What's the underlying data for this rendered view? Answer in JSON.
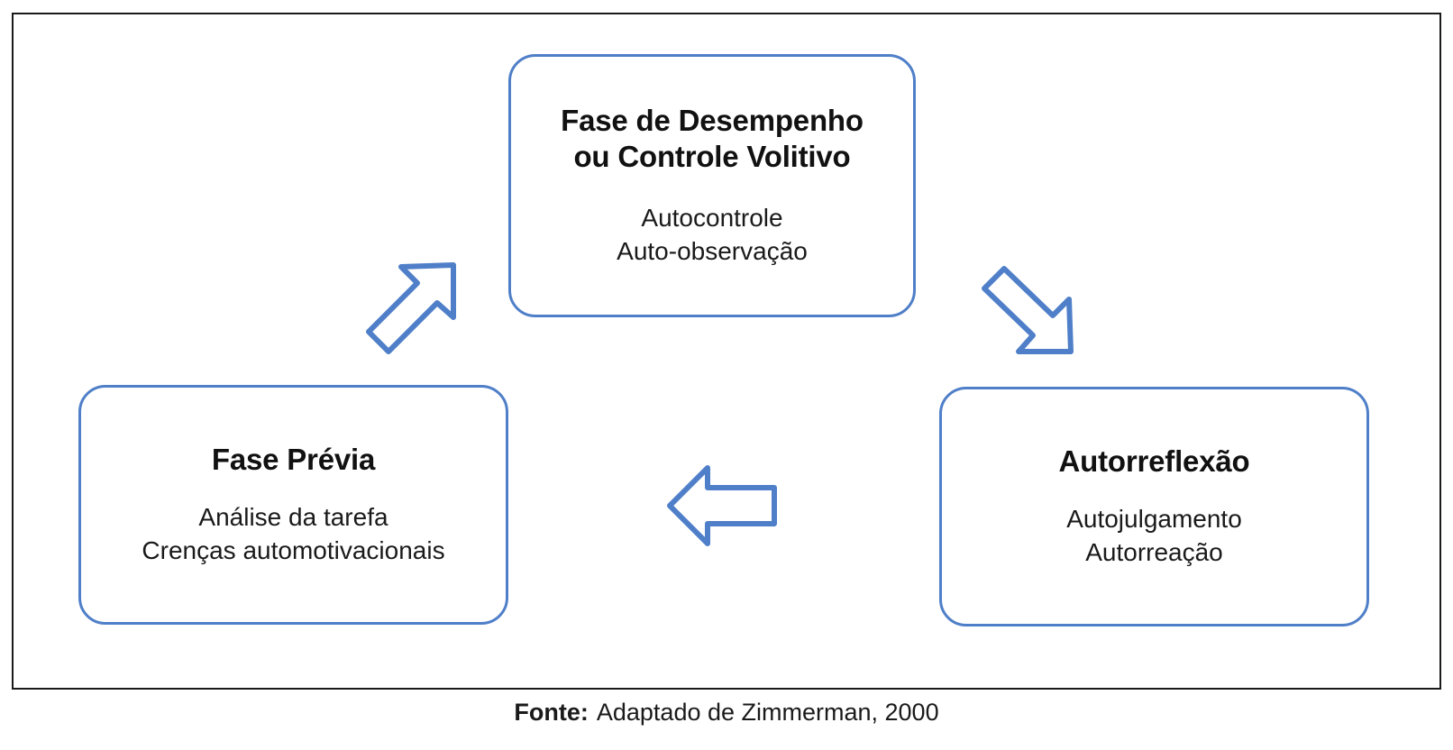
{
  "figure": {
    "boxes": [
      {
        "id": "performance",
        "title": "Fase de Desempenho\nou Controle Volitivo",
        "items": "Autocontrole\nAuto-observação"
      },
      {
        "id": "forethought",
        "title": "Fase Prévia",
        "items": "Análise da tarefa\nCrenças automotivacionais"
      },
      {
        "id": "selfreflection",
        "title": "Autorreflexão",
        "items": "Autojulgamento\nAutorreação"
      }
    ],
    "arrows": [
      {
        "id": "forethought-to-performance",
        "direction": "up-right",
        "icon": "arrow-up-right-icon"
      },
      {
        "id": "performance-to-reflection",
        "direction": "down-right",
        "icon": "arrow-down-right-icon"
      },
      {
        "id": "reflection-to-forethought",
        "direction": "left",
        "icon": "arrow-left-icon"
      }
    ],
    "caption": {
      "label": "Fonte:",
      "text": "Adaptado de Zimmerman, 2000"
    },
    "colors": {
      "box_border": "#4f7fc8",
      "arrow_stroke": "#4f7fc8",
      "frame_border": "#1a1a1a",
      "text": "#111111",
      "background": "#ffffff"
    }
  }
}
